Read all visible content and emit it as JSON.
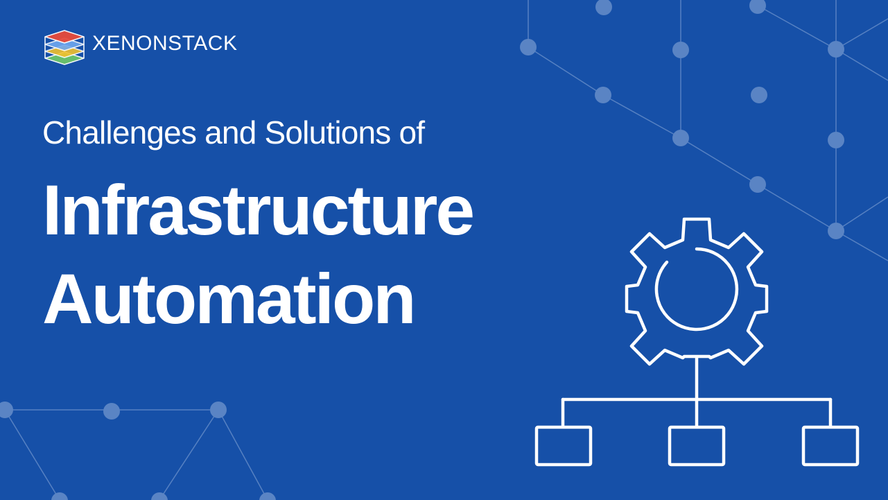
{
  "brand": {
    "name": "XENONSTACK",
    "logo_icon": "stacked-layers-icon",
    "logo_layer_colors": [
      "#e84a3a",
      "#6fa8f0",
      "#f2c12e",
      "#4cae4f"
    ]
  },
  "headline": {
    "subtitle": "Challenges and Solutions of",
    "title_line1": "Infrastructure",
    "title_line2": "Automation"
  },
  "illustration": {
    "icon": "gear-hierarchy-icon",
    "child_box_count": 3
  },
  "colors": {
    "background": "#1650a8",
    "network_node": "#5580c0",
    "network_line": "#5580c0",
    "foreground": "#ffffff"
  }
}
